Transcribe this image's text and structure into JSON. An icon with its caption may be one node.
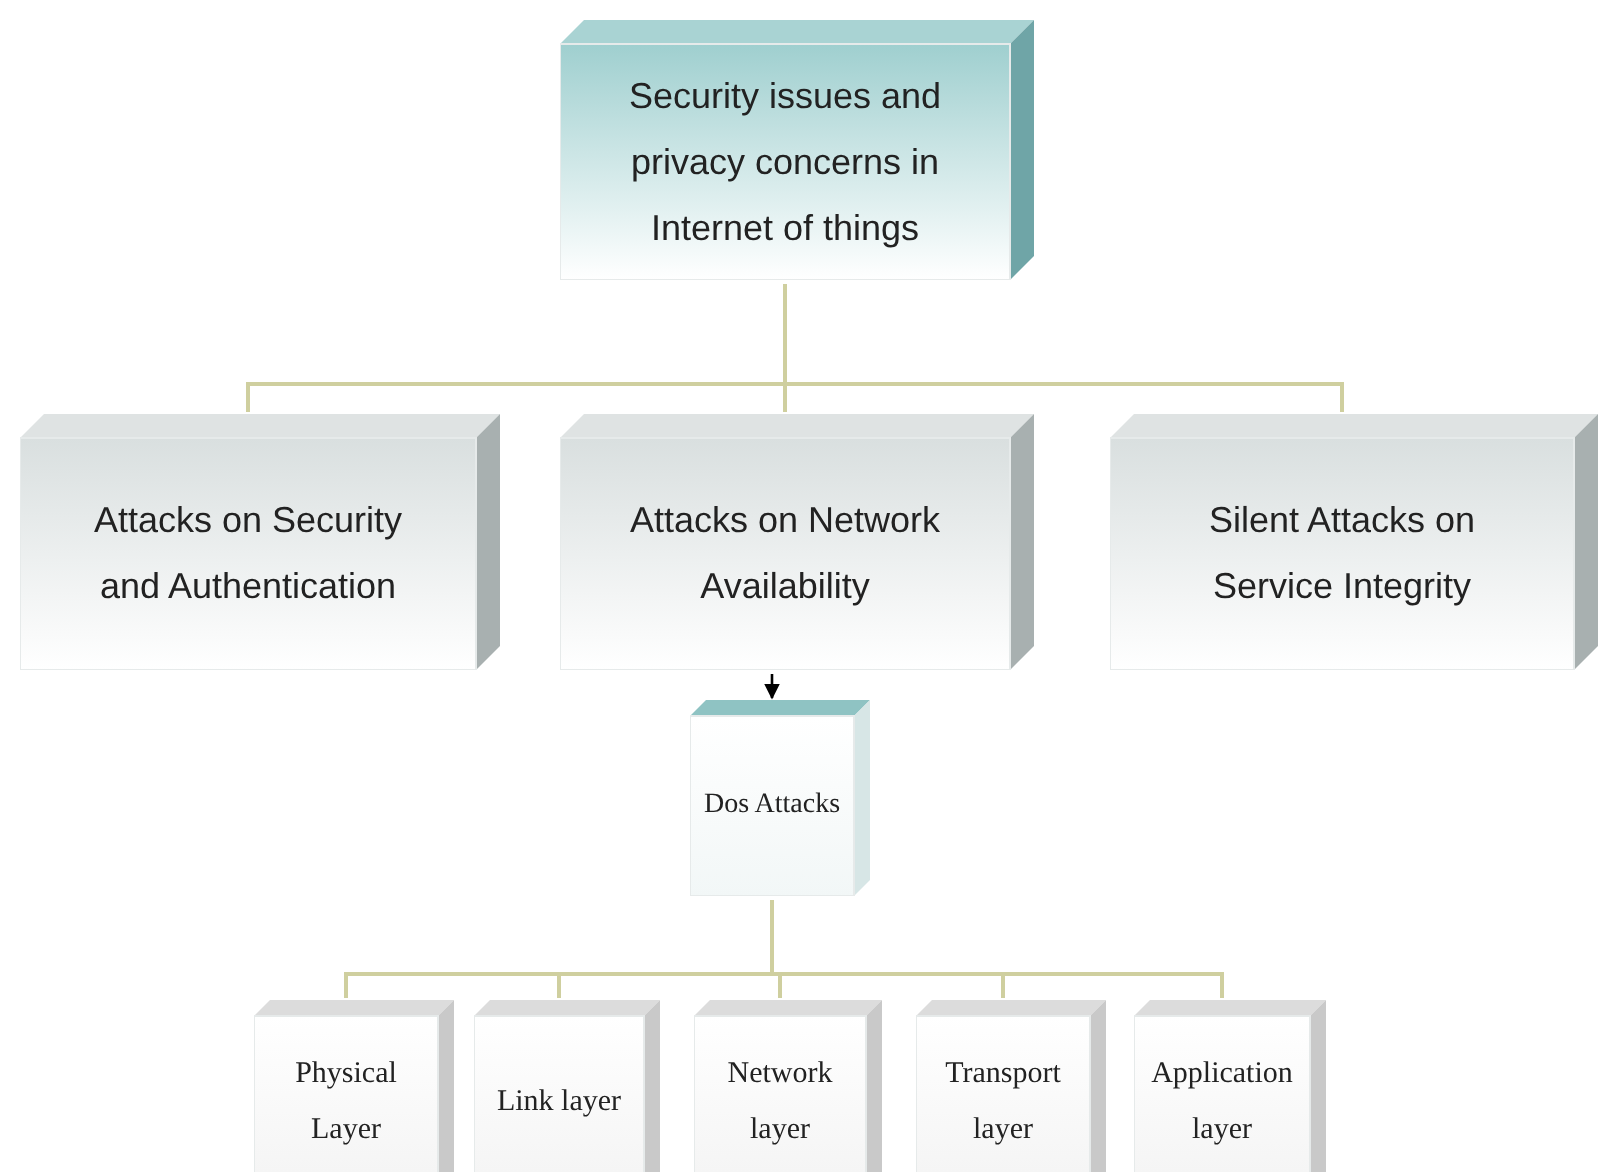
{
  "diagram": {
    "nodes": [
      {
        "text": [
          "Security issues and privacy concerns in Internet of things"
        ]
      },
      {
        "text": [
          "Attacks on Security and Authentication"
        ]
      },
      {
        "text": [
          "Attacks on Network Availability"
        ]
      },
      {
        "text": [
          "Silent Attacks on Service Integrity"
        ]
      },
      {
        "text": [
          "Dos Attacks"
        ]
      },
      {
        "text": [
          "Physical Layer"
        ]
      },
      {
        "text": [
          "Link layer"
        ]
      },
      {
        "text": [
          "Network layer"
        ]
      },
      {
        "text": [
          "Transport layer"
        ]
      },
      {
        "text": [
          "Application layer"
        ]
      }
    ],
    "edges": [
      {
        "from": 0,
        "to": 1,
        "arrow": "none"
      },
      {
        "from": 0,
        "to": 2,
        "arrow": "none"
      },
      {
        "from": 0,
        "to": 3,
        "arrow": "none"
      },
      {
        "from": 2,
        "to": 4,
        "arrow": "to",
        "color": "#000000"
      },
      {
        "from": 4,
        "to": 5,
        "arrow": "none"
      },
      {
        "from": 4,
        "to": 6,
        "arrow": "none"
      },
      {
        "from": 4,
        "to": 7,
        "arrow": "none"
      },
      {
        "from": 4,
        "to": 8,
        "arrow": "none"
      },
      {
        "from": 4,
        "to": 9,
        "arrow": "none"
      }
    ]
  }
}
